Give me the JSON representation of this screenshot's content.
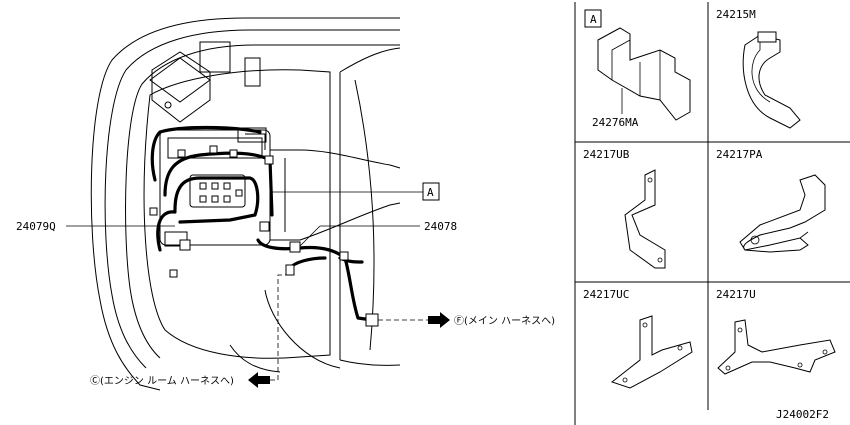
{
  "main_view": {
    "callout_a": "A",
    "label_24079q": "24079Q",
    "label_24078": "24078",
    "to_main_harness": "Ⓕ(メイン ハーネスへ)",
    "to_engine_room_harness": "Ⓒ(エンジン ルーム ハーネスへ)"
  },
  "parts": [
    {
      "id": "A",
      "label": "24276MA"
    },
    {
      "label": "24215M"
    },
    {
      "label": "24217UB"
    },
    {
      "label": "24217PA"
    },
    {
      "label": "24217UC"
    },
    {
      "label": "24217U"
    }
  ],
  "drawing_id": "J24002F2"
}
